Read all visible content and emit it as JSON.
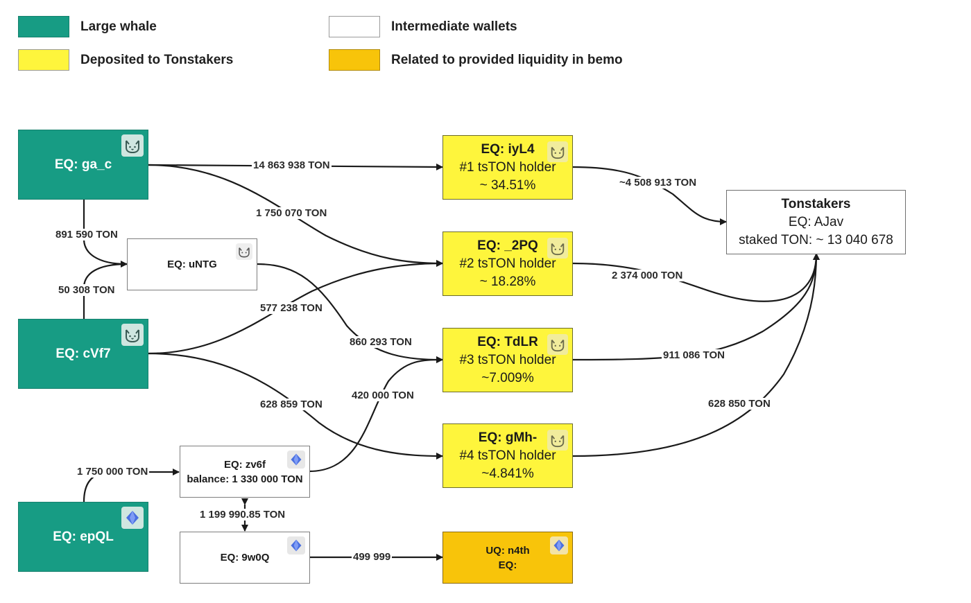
{
  "legend": [
    {
      "label": "Large whale",
      "color": "#179c84"
    },
    {
      "label": "Intermediate wallets",
      "color": "#ffffff"
    },
    {
      "label": "Deposited to Tonstakers",
      "color": "#fef53c"
    },
    {
      "label": "Related to provided liquidity in bemo",
      "color": "#f8c40a"
    }
  ],
  "nodes": {
    "ga_c": {
      "label": "EQ: ga_c",
      "icon": "cat-icon"
    },
    "cVf7": {
      "label": "EQ: cVf7",
      "icon": "cat-icon"
    },
    "epQL": {
      "label": "EQ: epQL",
      "icon": "diamond-icon"
    },
    "uNTG": {
      "label": "EQ: uNTG",
      "icon": "cat-icon"
    },
    "zv6f": {
      "line1": "EQ: zv6f",
      "line2": "balance: 1 330 000 TON",
      "icon": "diamond-icon"
    },
    "w0Q": {
      "label": "EQ: 9w0Q",
      "icon": "diamond-icon"
    },
    "iyL4": {
      "line1": "EQ: iyL4",
      "line2": "#1 tsTON holder",
      "line3": "~ 34.51%",
      "icon": "cat-icon"
    },
    "pq2": {
      "line1": "EQ: _2PQ",
      "line2": "#2 tsTON holder",
      "line3": "~ 18.28%",
      "icon": "cat-icon"
    },
    "TdLR": {
      "line1": "EQ: TdLR",
      "line2": "#3 tsTON holder",
      "line3": "~7.009%",
      "icon": "cat-icon"
    },
    "gMh": {
      "line1": "EQ: gMh-",
      "line2": "#4 tsTON holder",
      "line3": "~4.841%",
      "icon": "cat-icon"
    },
    "n4th": {
      "line1": "UQ: n4th",
      "line2": "EQ:",
      "icon": "diamond-icon"
    },
    "tonstakers": {
      "line1": "Tonstakers",
      "line2": "EQ: AJav",
      "line3": "staked TON: ~ 13 040 678"
    }
  },
  "edges": {
    "ga_c_to_iyL4": "14 863 938 TON",
    "ga_c_to_2PQ": "1 750 070 TON",
    "ga_c_to_uNTG": "891 590 TON",
    "cVf7_to_uNTG": "50 308 TON",
    "cVf7_to_2PQ": "577 238 TON",
    "uNTG_to_TdLR": "860 293 TON",
    "cVf7_to_gMh": "628 859 TON",
    "zv6f_to_TdLR": "420 000 TON",
    "epQL_to_zv6f": "1 750 000 TON",
    "zv6f_9w0Q": "1 199 990.85 TON",
    "w0Q_to_n4th": "499 999",
    "iyL4_to_tonstakers": "~4 508 913 TON",
    "pq2_to_tonstakers": "2 374 000 TON",
    "TdLR_to_tonstakers": "911 086 TON",
    "gMh_to_tonstakers": "628 850 TON"
  }
}
